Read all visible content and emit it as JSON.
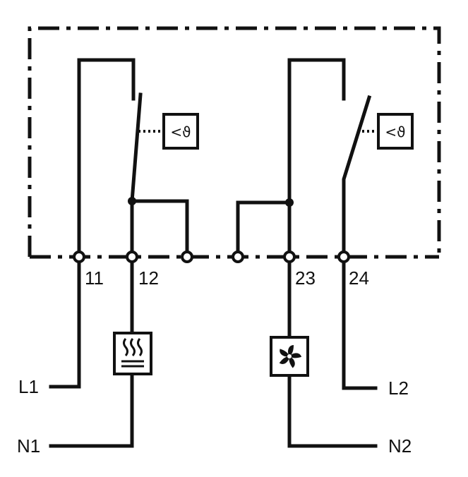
{
  "terminals": {
    "t11": "11",
    "t12": "12",
    "t23": "23",
    "t24": "24"
  },
  "supply": {
    "l1": "L1",
    "n1": "N1",
    "l2": "L2",
    "n2": "N2"
  },
  "sensors": {
    "left": "<ϑ",
    "right": "<ϑ"
  },
  "loads": {
    "left_icon": "heater-icon",
    "right_icon": "fan-icon"
  }
}
